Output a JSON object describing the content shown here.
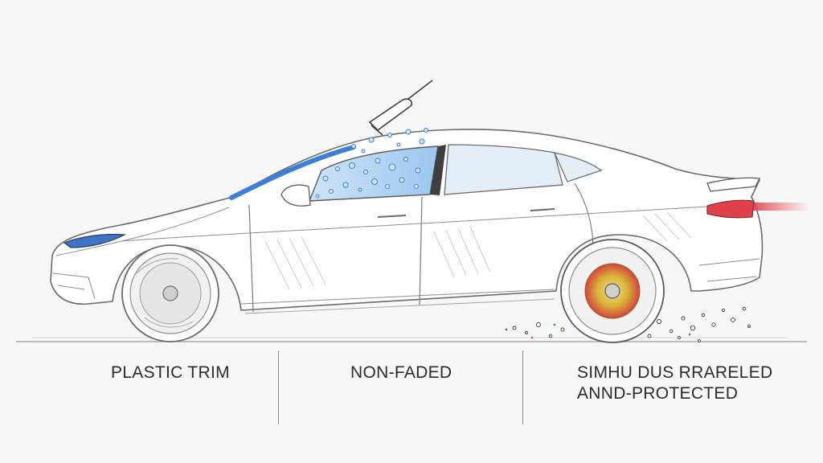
{
  "labels": {
    "left": "PLASTIC TRIM",
    "middle": "NON-FADED",
    "right_line1": "SIMHU DUS RRARELED",
    "right_line2": "ANND-PROTECTED"
  },
  "colors": {
    "background": "#f7f7f6",
    "pencil": "#6b6b6b",
    "water_blue": "#3d7fd8",
    "tail_light": "#e0404a",
    "brake_yellow": "#d8c24a",
    "brake_red": "#d6423e"
  }
}
